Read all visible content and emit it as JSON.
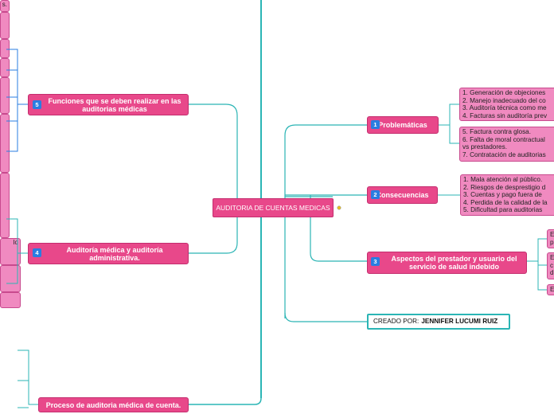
{
  "center": {
    "title": "AUDITORIA DE CUENTAS MEDICAS"
  },
  "branches": {
    "problematicas": {
      "num": "1",
      "label": "Problemáticas"
    },
    "consecuencias": {
      "num": "2",
      "label": "Consecuencias"
    },
    "aspectos": {
      "num": "3",
      "label": "Aspectos del prestador y usuario del servicio de salud indebido"
    },
    "auditoria_admin": {
      "num": "4",
      "label": "Auditoría médica y auditoría administrativa."
    },
    "funciones": {
      "num": "5",
      "label": "Funciones que se deben realizar en las auditorias médicas"
    },
    "proceso": {
      "label": "Proceso de auditoria médica de cuenta."
    }
  },
  "problematicas_leaves": [
    [
      "1. Generación de objeciones",
      "2. Manejo inadecuado del co",
      "3. Auditoría técnica como me",
      "4. Facturas sin auditoría prev"
    ],
    [
      "5. Factura contra glosa.",
      "6. Falta de moral contractual",
      "vs prestadores.",
      "7. Contratación de auditorias"
    ]
  ],
  "consecuencias_leaf": [
    "1. Mala atención al público.",
    "2. Riesgos de desprestigio d",
    "3. Cuentas y pago fuera de",
    "4. Perdida de la calidad de la",
    "5. Dificultad para auditorias"
  ],
  "aspectos_leaves": [
    [
      "E",
      "p"
    ],
    [
      "E",
      "c",
      "d"
    ],
    [
      "E"
    ]
  ],
  "credit": {
    "prefix": "CREADO POR:",
    "name": "JENNIFER LUCUMI RUIZ"
  },
  "left_leaf_fragments": {
    "top": "s.",
    "proceso_top": [
      "lo",
      "l"
    ]
  }
}
